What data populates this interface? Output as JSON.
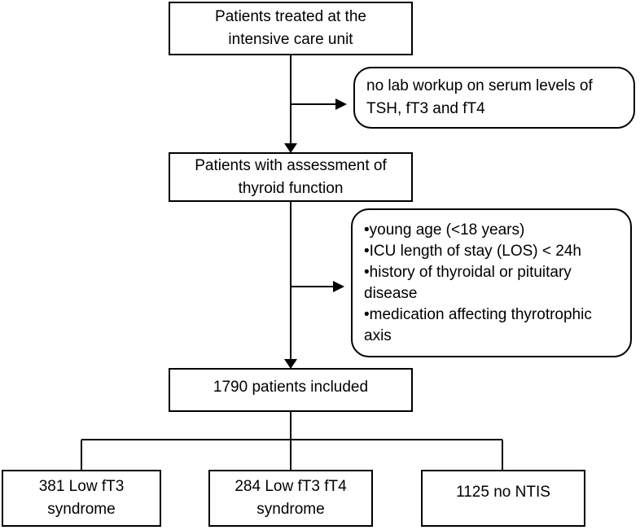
{
  "boxes": {
    "icu": "Patients treated at the intensive care unit",
    "assessment": "Patients with assessment of thyroid function",
    "included": "1790 patients included",
    "low_ft3": "381 Low fT3 syndrome",
    "low_ft3_ft4": "284 Low fT3 fT4 syndrome",
    "no_ntis": "1125 no NTIS"
  },
  "exclusions": {
    "no_lab": "no lab workup on serum levels of TSH, fT3 and fT4",
    "criteria": [
      "•young age (<18 years)",
      "•ICU length of stay (LOS) < 24h",
      "•history of thyroidal or pituitary disease",
      "•medication affecting thyrotrophic axis"
    ]
  }
}
